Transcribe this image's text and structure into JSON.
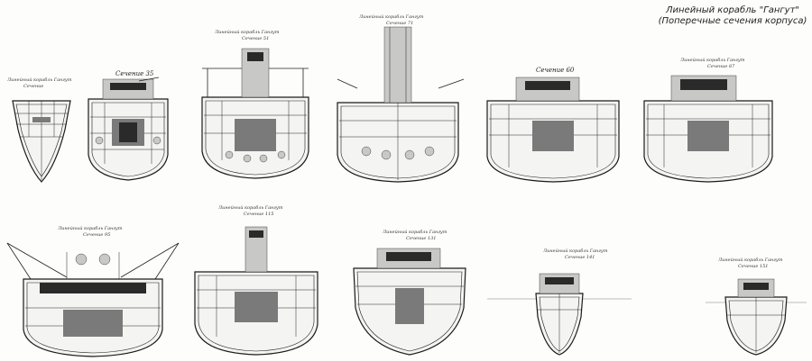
{
  "title": {
    "line1": "Линейный корабль \"Гангут\"",
    "line2": "(Поперечные сечения корпуса)"
  },
  "sections": [
    {
      "id": "s1",
      "caption": "Линейный корабль Гангут",
      "frame": "Сечение"
    },
    {
      "id": "s2",
      "caption": "",
      "frame": "Сечение 35"
    },
    {
      "id": "s3",
      "caption": "Линейный корабль Гангут",
      "frame": "Сечение 51"
    },
    {
      "id": "s4",
      "caption": "Линейный корабль Гангут",
      "frame": "Сечение 71"
    },
    {
      "id": "s5",
      "caption": "",
      "frame": "Сечение 60"
    },
    {
      "id": "s6",
      "caption": "Линейный корабль Гангут",
      "frame": "Сечение 87"
    },
    {
      "id": "s7",
      "caption": "Линейный корабль Гангут",
      "frame": "Сечение 95"
    },
    {
      "id": "s8",
      "caption": "Линейный корабль Гангут",
      "frame": "Сечение 115"
    },
    {
      "id": "s9",
      "caption": "Линейный корабль Гангут",
      "frame": "Сечение 131"
    },
    {
      "id": "s10",
      "caption": "Линейный корабль Гангут",
      "frame": "Сечение 141"
    },
    {
      "id": "s11",
      "caption": "Линейный корабль Гангут",
      "frame": "Сечение 151"
    }
  ]
}
